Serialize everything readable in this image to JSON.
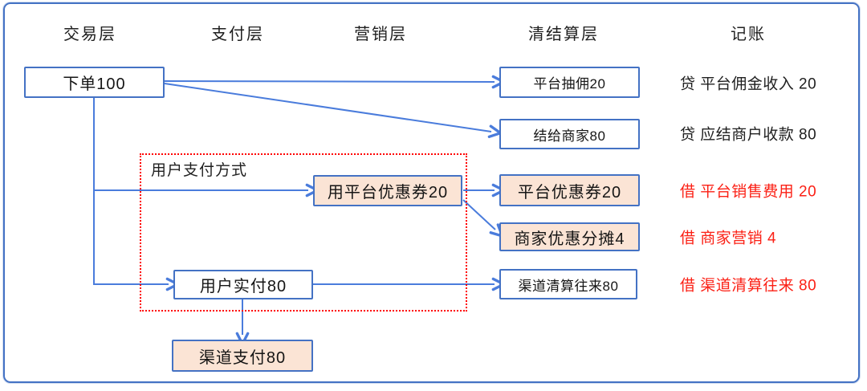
{
  "headers": [
    {
      "label": "交易层"
    },
    {
      "label": "支付层"
    },
    {
      "label": "营销层"
    },
    {
      "label": "清结算层"
    },
    {
      "label": "记账"
    }
  ],
  "boxes": {
    "order": {
      "label": "下单100"
    },
    "platform_commission": {
      "label": "平台抽佣20"
    },
    "settle_merchant": {
      "label": "结给商家80"
    },
    "use_platform_coupon": {
      "label": "用平台优惠券20"
    },
    "platform_coupon": {
      "label": "平台优惠券20"
    },
    "merchant_discount_share": {
      "label": "商家优惠分摊4"
    },
    "user_actual_pay": {
      "label": "用户实付80"
    },
    "channel_clearing": {
      "label": "渠道清算往来80"
    },
    "channel_pay": {
      "label": "渠道支付80"
    }
  },
  "payment_method_group": {
    "label": "用户支付方式"
  },
  "ledger": [
    {
      "text": "贷 平台佣金收入 20",
      "side": "credit"
    },
    {
      "text": "贷 应结商户收款 80",
      "side": "credit"
    },
    {
      "text": "借 平台销售费用 20",
      "side": "debit"
    },
    {
      "text": "借 商家营销 4",
      "side": "debit"
    },
    {
      "text": "借 渠道清算往来 80",
      "side": "debit"
    }
  ],
  "colors": {
    "accent_blue": "#4472C4",
    "arrow_blue": "#4A7CDC",
    "peach": "#FBE4D5",
    "dotted_red": "#FF0000",
    "debit_red": "#FB2015",
    "text_dark": "#1F1F1F"
  }
}
